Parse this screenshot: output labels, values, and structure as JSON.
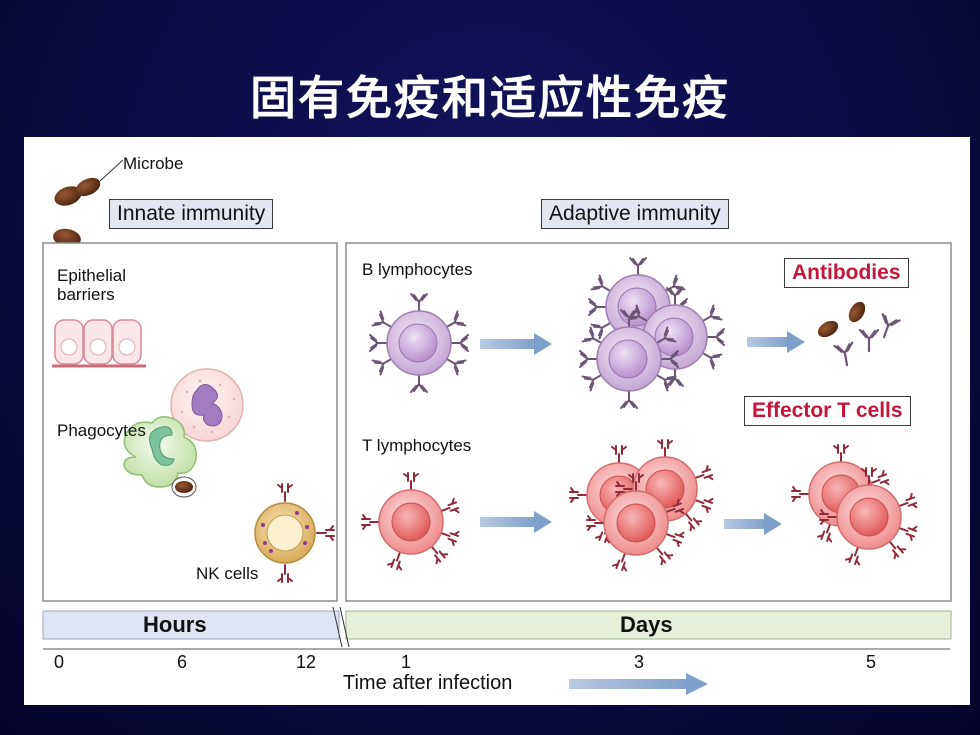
{
  "title": "固有免疫和适应性免疫",
  "figure": {
    "microbe_label": "Microbe",
    "innate_label": "Innate immunity",
    "adaptive_label": "Adaptive immunity",
    "epithelial_label": "Epithelial\nbarriers",
    "phagocytes_label": "Phagocytes",
    "nk_label": "NK cells",
    "b_lymph_label": "B lymphocytes",
    "t_lymph_label": "T lymphocytes",
    "antibodies_label": "Antibodies",
    "effector_label": "Effector T cells",
    "hours_label": "Hours",
    "days_label": "Days",
    "ticks_hours": [
      "0",
      "6",
      "12"
    ],
    "ticks_days": [
      "1",
      "3",
      "5"
    ],
    "time_label": "Time after infection"
  }
}
